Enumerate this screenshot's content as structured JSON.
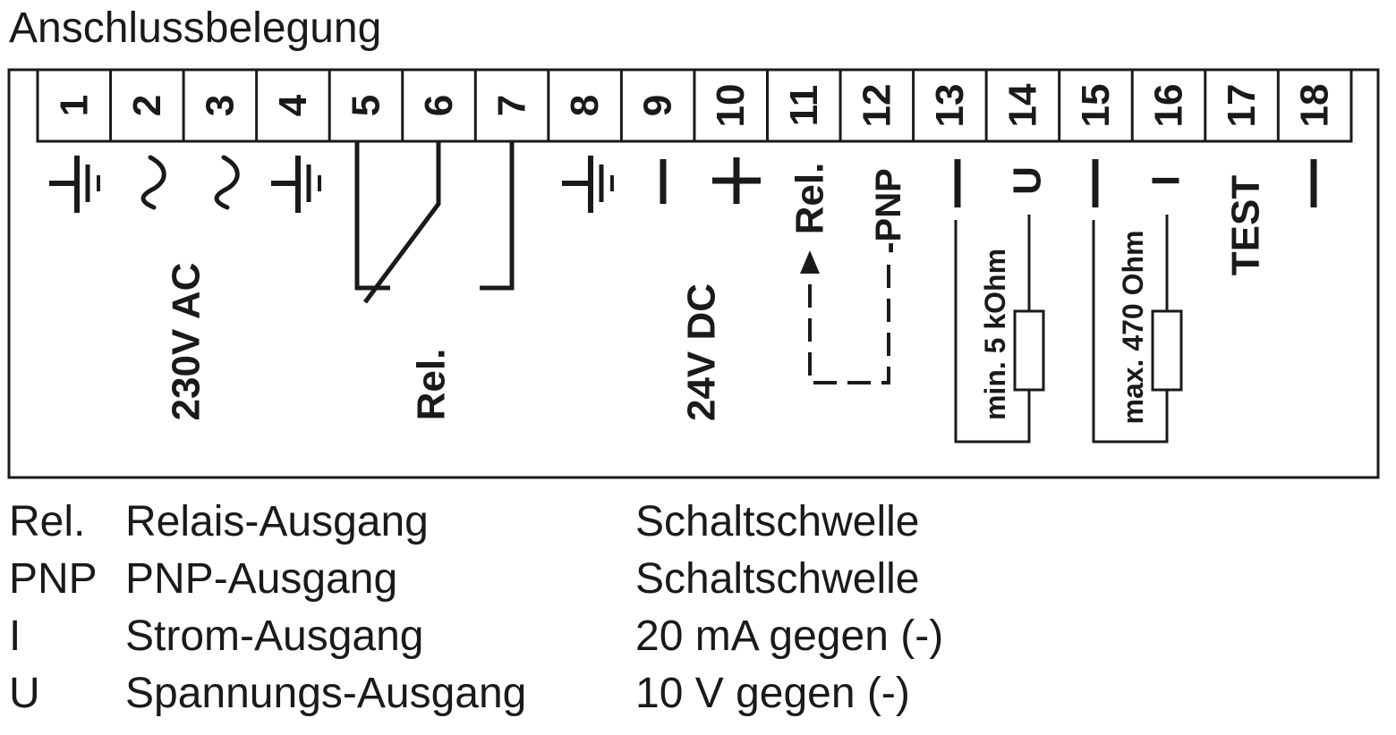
{
  "title": "Anschlussbelegung",
  "terminals": [
    "1",
    "2",
    "3",
    "4",
    "5",
    "6",
    "7",
    "8",
    "9",
    "10",
    "11",
    "12",
    "13",
    "14",
    "15",
    "16",
    "17",
    "18"
  ],
  "labels": {
    "ac_supply": "230V AC",
    "relay": "Rel.",
    "dc_supply": "24V DC",
    "relay_output": "Rel.",
    "pnp_output": "-PNP",
    "voltage_load": "min. 5 kOhm",
    "current_load": "max. 470 Ohm",
    "test": "TEST"
  },
  "symbols": {
    "t1": "ground-icon",
    "t2": "ac-icon",
    "t3": "ac-icon",
    "t4": "ground-icon",
    "t8": "ground-icon",
    "t9": "minus-icon",
    "t10": "plus-icon",
    "t13": "minus-icon",
    "t14": "U",
    "t15": "minus-icon",
    "t16": "I",
    "t18": "minus-icon"
  },
  "legend": [
    {
      "abbr": "Rel.",
      "description": "Relais-Ausgang",
      "note": "Schaltschwelle"
    },
    {
      "abbr": "PNP",
      "description": "PNP-Ausgang",
      "note": "Schaltschwelle"
    },
    {
      "abbr": "I",
      "description": "Strom-Ausgang",
      "note": "20 mA gegen (-)"
    },
    {
      "abbr": "U",
      "description": "Spannungs-Ausgang",
      "note": "10 V gegen (-)"
    }
  ],
  "colors": {
    "ink": "#1a1a1a",
    "background": "#ffffff"
  }
}
